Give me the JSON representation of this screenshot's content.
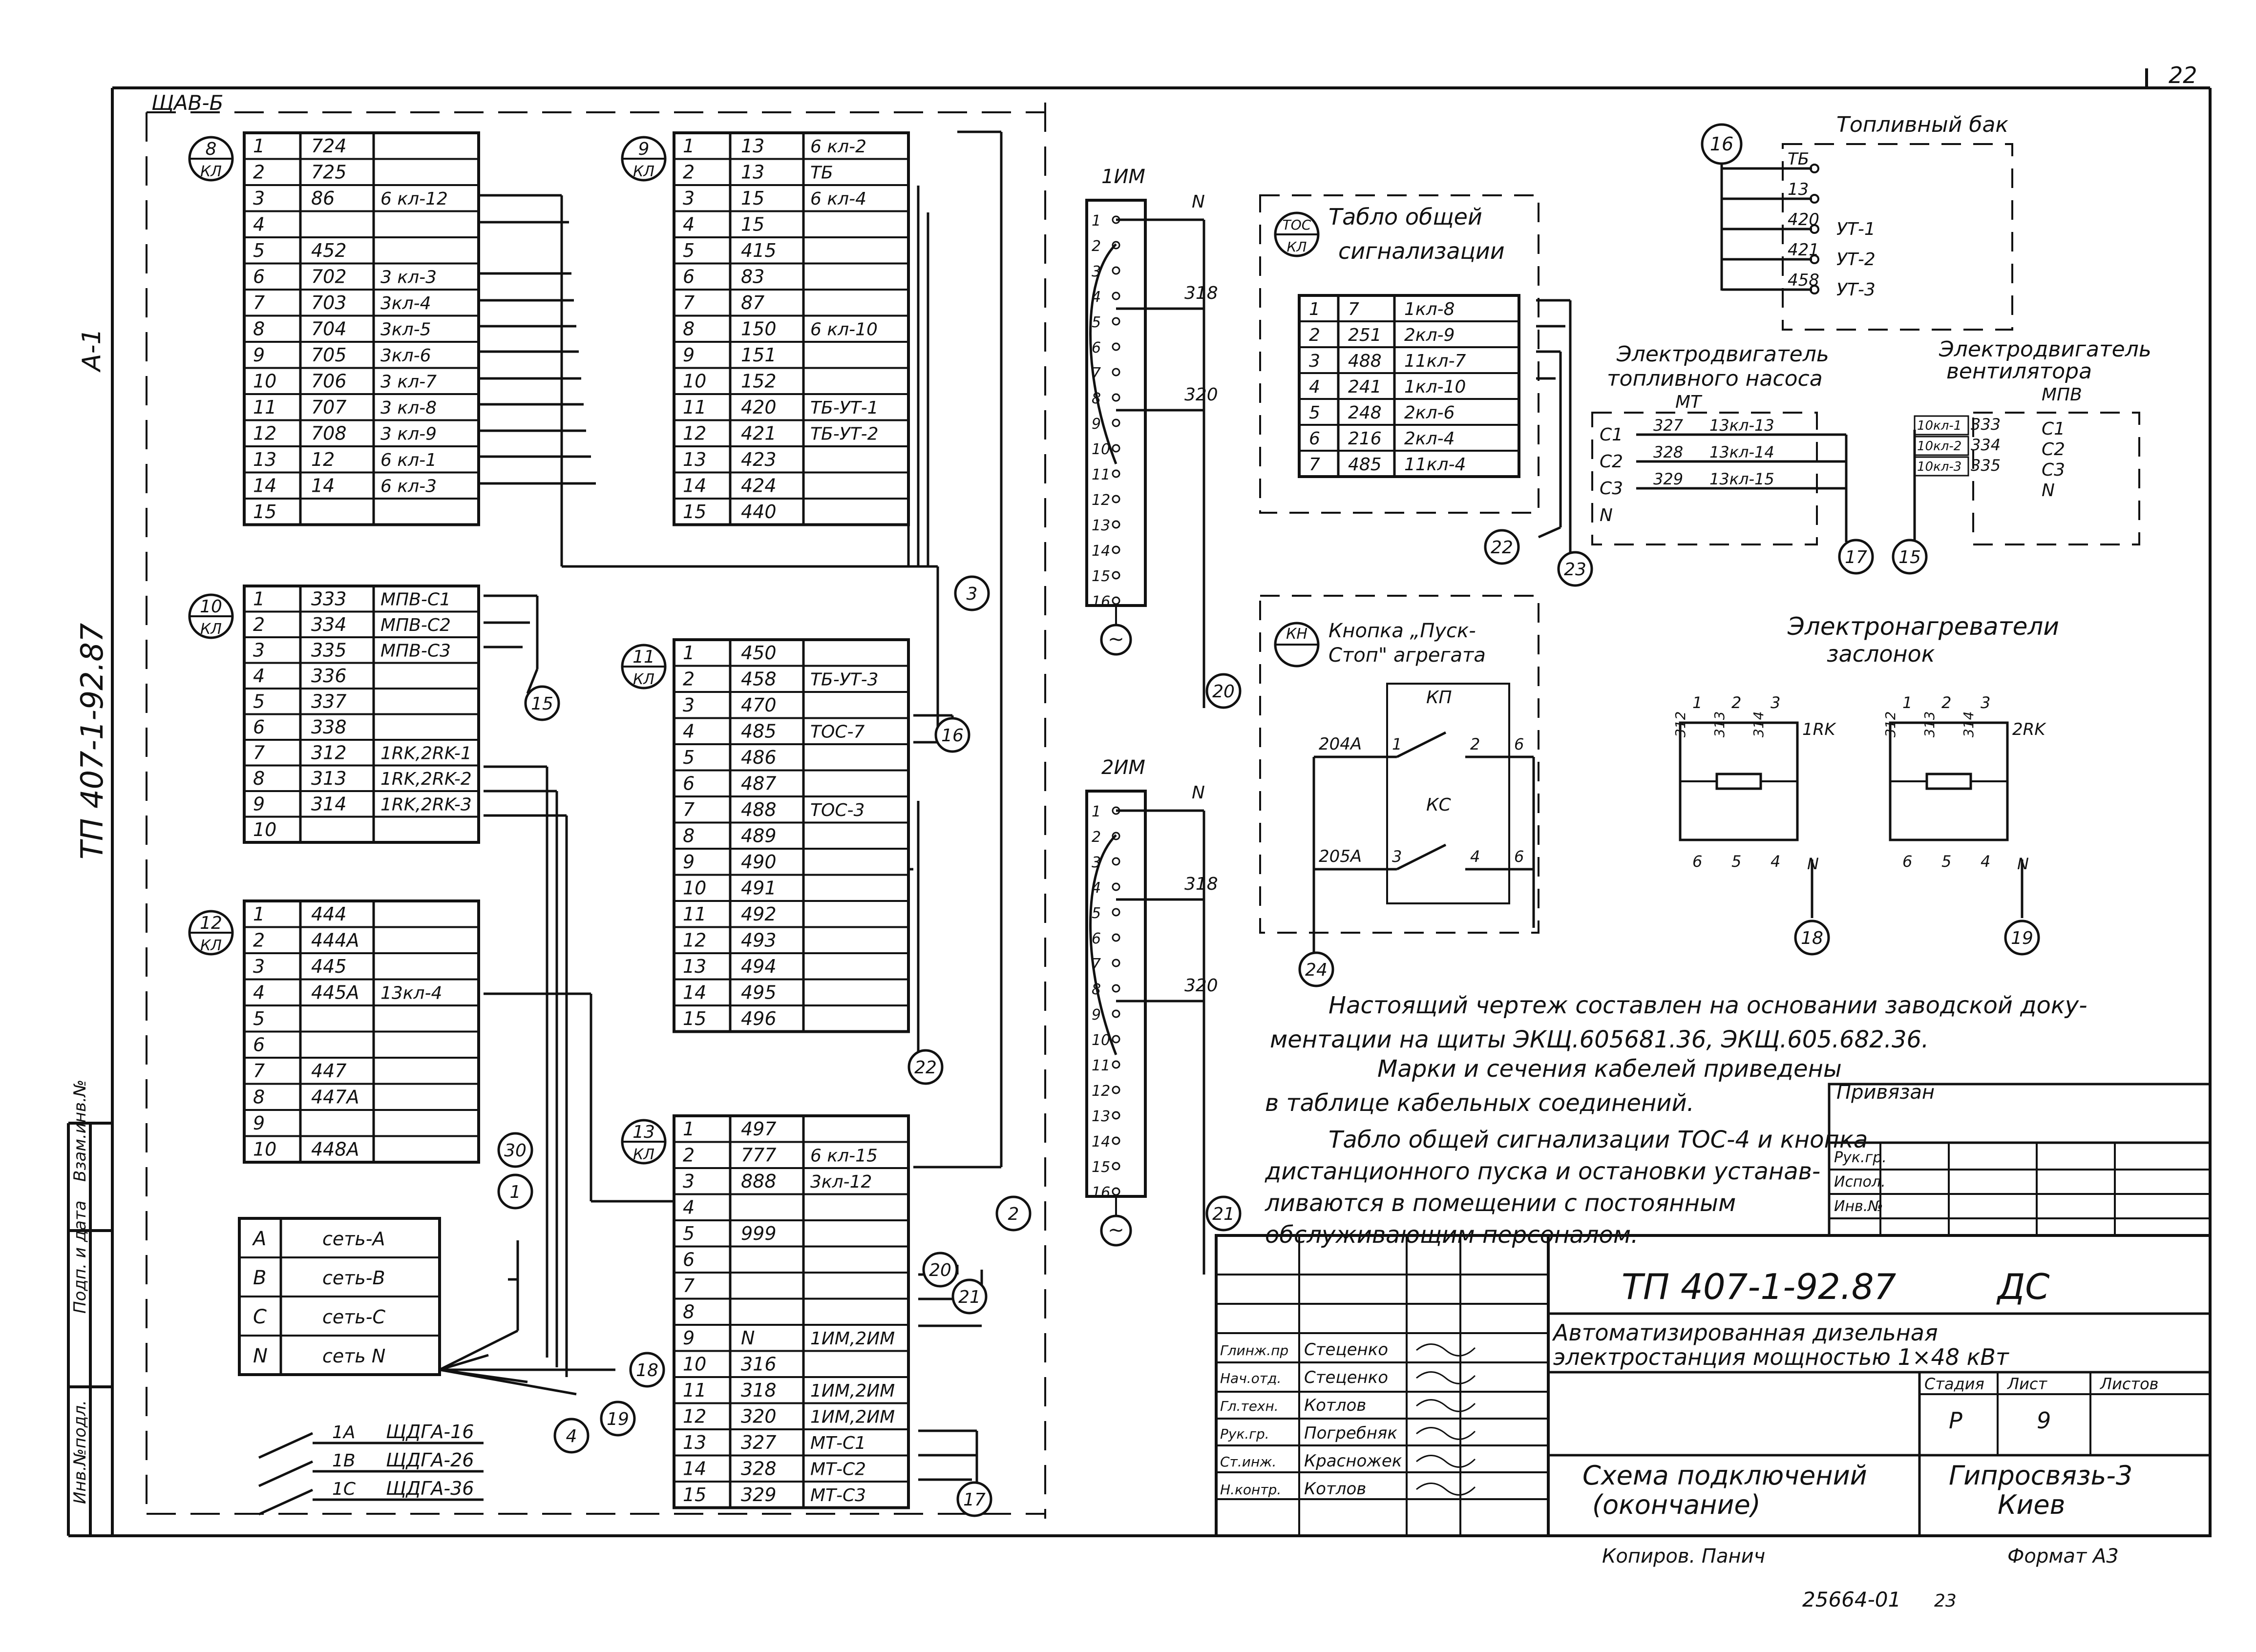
{
  "page_number": "22",
  "side_label": "А-1",
  "side_code": "ТП 407-1-92.87",
  "binding_column": [
    "Инв.№подл.",
    "Подп. и дата",
    "Взам.инв.№"
  ],
  "panel_title": "ЩАВ-Б",
  "terminal_blocks": [
    {
      "badge": "8",
      "tag": "КЛ",
      "rows": [
        [
          "1",
          "724",
          ""
        ],
        [
          "2",
          "725",
          ""
        ],
        [
          "3",
          "86",
          "6 кл-12"
        ],
        [
          "4",
          "",
          ""
        ],
        [
          "5",
          "452",
          ""
        ],
        [
          "6",
          "702",
          "3 кл-3"
        ],
        [
          "7",
          "703",
          "3кл-4"
        ],
        [
          "8",
          "704",
          "3кл-5"
        ],
        [
          "9",
          "705",
          "3кл-6"
        ],
        [
          "10",
          "706",
          "3 кл-7"
        ],
        [
          "11",
          "707",
          "3 кл-8"
        ],
        [
          "12",
          "708",
          "3 кл-9"
        ],
        [
          "13",
          "12",
          "6 кл-1"
        ],
        [
          "14",
          "14",
          "6 кл-3"
        ],
        [
          "15",
          "",
          ""
        ]
      ]
    },
    {
      "badge": "10",
      "tag": "КЛ",
      "rows": [
        [
          "1",
          "333",
          "МПВ-С1"
        ],
        [
          "2",
          "334",
          "МПВ-С2"
        ],
        [
          "3",
          "335",
          "МПВ-С3"
        ],
        [
          "4",
          "336",
          ""
        ],
        [
          "5",
          "337",
          ""
        ],
        [
          "6",
          "338",
          ""
        ],
        [
          "7",
          "312",
          "1RK,2RK-1"
        ],
        [
          "8",
          "313",
          "1RK,2RK-2"
        ],
        [
          "9",
          "314",
          "1RK,2RK-3"
        ],
        [
          "10",
          "",
          ""
        ]
      ]
    },
    {
      "badge": "12",
      "tag": "КЛ",
      "rows": [
        [
          "1",
          "444",
          ""
        ],
        [
          "2",
          "444А",
          ""
        ],
        [
          "3",
          "445",
          ""
        ],
        [
          "4",
          "445А",
          "13кл-4"
        ],
        [
          "5",
          "",
          ""
        ],
        [
          "6",
          "",
          ""
        ],
        [
          "7",
          "447",
          ""
        ],
        [
          "8",
          "447А",
          ""
        ],
        [
          "9",
          "",
          ""
        ],
        [
          "10",
          "448А",
          ""
        ]
      ]
    },
    {
      "badge": "9",
      "tag": "КЛ",
      "rows": [
        [
          "1",
          "13",
          "6 кл-2"
        ],
        [
          "2",
          "13",
          "ТБ"
        ],
        [
          "3",
          "15",
          "6 кл-4"
        ],
        [
          "4",
          "15",
          ""
        ],
        [
          "5",
          "415",
          ""
        ],
        [
          "6",
          "83",
          ""
        ],
        [
          "7",
          "87",
          ""
        ],
        [
          "8",
          "150",
          "6 кл-10"
        ],
        [
          "9",
          "151",
          ""
        ],
        [
          "10",
          "152",
          ""
        ],
        [
          "11",
          "420",
          "ТБ-УТ-1"
        ],
        [
          "12",
          "421",
          "ТБ-УТ-2"
        ],
        [
          "13",
          "423",
          ""
        ],
        [
          "14",
          "424",
          ""
        ],
        [
          "15",
          "440",
          ""
        ]
      ]
    },
    {
      "badge": "11",
      "tag": "КЛ",
      "rows": [
        [
          "1",
          "450",
          ""
        ],
        [
          "2",
          "458",
          "ТБ-УТ-3"
        ],
        [
          "3",
          "470",
          ""
        ],
        [
          "4",
          "485",
          "ТОС-7"
        ],
        [
          "5",
          "486",
          ""
        ],
        [
          "6",
          "487",
          ""
        ],
        [
          "7",
          "488",
          "ТОС-3"
        ],
        [
          "8",
          "489",
          ""
        ],
        [
          "9",
          "490",
          ""
        ],
        [
          "10",
          "491",
          ""
        ],
        [
          "11",
          "492",
          ""
        ],
        [
          "12",
          "493",
          ""
        ],
        [
          "13",
          "494",
          ""
        ],
        [
          "14",
          "495",
          ""
        ],
        [
          "15",
          "496",
          ""
        ]
      ]
    },
    {
      "badge": "13",
      "tag": "КЛ",
      "rows": [
        [
          "1",
          "497",
          ""
        ],
        [
          "2",
          "777",
          "6 кл-15"
        ],
        [
          "3",
          "888",
          "3кл-12"
        ],
        [
          "4",
          "",
          ""
        ],
        [
          "5",
          "999",
          ""
        ],
        [
          "6",
          "",
          ""
        ],
        [
          "7",
          "",
          ""
        ],
        [
          "8",
          "",
          ""
        ],
        [
          "9",
          "N",
          "1ИМ,2ИМ"
        ],
        [
          "10",
          "316",
          ""
        ],
        [
          "11",
          "318",
          "1ИМ,2ИМ"
        ],
        [
          "12",
          "320",
          "1ИМ,2ИМ"
        ],
        [
          "13",
          "327",
          "МТ-С1"
        ],
        [
          "14",
          "328",
          "МТ-С2"
        ],
        [
          "15",
          "329",
          "МТ-С3"
        ]
      ]
    }
  ],
  "net_block": {
    "rows": [
      [
        "A",
        "сеть-A"
      ],
      [
        "B",
        "сеть-B"
      ],
      [
        "C",
        "сеть-C"
      ],
      [
        "N",
        "сеть N"
      ]
    ]
  },
  "breakers": [
    [
      "1А",
      "ЩДГА-16"
    ],
    [
      "1В",
      "ЩДГА-26"
    ],
    [
      "1С",
      "ЩДГА-36"
    ]
  ],
  "markers": [
    "1",
    "2",
    "3",
    "4",
    "15",
    "16",
    "17",
    "18",
    "19",
    "20",
    "21",
    "22",
    "23",
    "24",
    "30"
  ],
  "actuators": [
    {
      "title": "1ИМ",
      "pins": [
        "1",
        "2",
        "3",
        "4",
        "5",
        "6",
        "7",
        "8",
        "9",
        "10",
        "11",
        "12",
        "13",
        "14",
        "15",
        "16"
      ],
      "wires": [
        "N",
        "318",
        "320"
      ]
    },
    {
      "title": "2ИМ",
      "pins": [
        "1",
        "2",
        "3",
        "4",
        "5",
        "6",
        "7",
        "8",
        "9",
        "10",
        "11",
        "12",
        "13",
        "14",
        "15",
        "16"
      ],
      "wires": [
        "N",
        "318",
        "320"
      ]
    }
  ],
  "toc": {
    "badge": "ТОС",
    "tag": "КЛ",
    "title_1": "Табло общей",
    "title_2": "сигнализации",
    "rows": [
      [
        "1",
        "7",
        "1кл-8"
      ],
      [
        "2",
        "251",
        "2кл-9"
      ],
      [
        "3",
        "488",
        "11кл-7"
      ],
      [
        "4",
        "241",
        "1кл-10"
      ],
      [
        "5",
        "248",
        "2кл-6"
      ],
      [
        "6",
        "216",
        "2кл-4"
      ],
      [
        "7",
        "485",
        "11кл-4"
      ]
    ]
  },
  "tank": {
    "badge": "16",
    "title": "Топливный бак",
    "terminals": [
      [
        "ТБ",
        ""
      ],
      [
        "13",
        ""
      ],
      [
        "420",
        "УТ-1"
      ],
      [
        "421",
        "УТ-2"
      ],
      [
        "458",
        "УТ-3"
      ]
    ]
  },
  "motor_pump": {
    "title_1": "Электродвигатель",
    "title_2": "топливного насоса",
    "code": "МТ",
    "rows": [
      [
        "С1",
        "327",
        "13кл-13"
      ],
      [
        "С2",
        "328",
        "13кл-14"
      ],
      [
        "С3",
        "329",
        "13кл-15"
      ],
      [
        "N",
        "",
        ""
      ]
    ]
  },
  "motor_fan": {
    "title_1": "Электродвигатель",
    "title_2": "вентилятора",
    "code": "МПВ",
    "rows": [
      [
        "10кл-1",
        "333",
        "С1"
      ],
      [
        "10кл-2",
        "334",
        "С2"
      ],
      [
        "10кл-3",
        "335",
        "С3"
      ],
      [
        "",
        "",
        "N"
      ]
    ]
  },
  "button": {
    "badge": "КН",
    "title_1": "Кнопка „Пуск-",
    "title_2": "Стоп\" агрегата",
    "kp": "КП",
    "kc": "КС",
    "w1": "204А",
    "w2": "205А",
    "pins": [
      "1",
      "2",
      "3",
      "4",
      "6",
      "6"
    ]
  },
  "heaters": {
    "title_1": "Электронагреватели",
    "title_2": "заслонок",
    "h1": {
      "pins": [
        "1",
        "2",
        "3"
      ],
      "wires": [
        "312",
        "313",
        "314"
      ],
      "bottom": [
        "6",
        "5",
        "4"
      ],
      "rk": "1RK",
      "n": "N"
    },
    "h2": {
      "pins": [
        "1",
        "2",
        "3"
      ],
      "wires": [
        "312",
        "313",
        "314"
      ],
      "bottom": [
        "6",
        "5",
        "4"
      ],
      "rk": "2RK",
      "n": "N"
    }
  },
  "notes": [
    "Настоящий чертеж составлен на основании заводской доку-",
    "ментации на щиты ЭКЩ.605681.36, ЭКЩ.605.682.36.",
    "Марки и сечения кабелей приведены",
    "в таблице кабельных соединений.",
    "Табло общей сигнализации ТОС-4 и кнопка",
    "дистанционного пуска и остановки устанав-",
    "ливаются в помещении с постоянным",
    "обслуживающим персоналом."
  ],
  "privyazan": {
    "title": "Привязан",
    "rows": [
      "Рук.гр.",
      "Испол.",
      "Инв.№"
    ]
  },
  "stamp": {
    "code": "ТП 407-1-92.87",
    "mark": "ДС",
    "description_1": "Автоматизированная дизельная",
    "description_2": "электростанция мощностью 1×48 кВт",
    "stage_h": "Стадия",
    "sheet_h": "Лист",
    "sheets_h": "Листов",
    "stage": "Р",
    "sheet": "9",
    "sheets": "",
    "drawing_1": "Схема подключений",
    "drawing_2": "(окончание)",
    "org_1": "Гипросвязь-3",
    "org_2": "Киев",
    "people": [
      [
        "Глинж.пр",
        "Стеценко"
      ],
      [
        "Нач.отд.",
        "Стеценко"
      ],
      [
        "Гл.техн.",
        "Котлов"
      ],
      [
        "Рук.гр.",
        "Погребняк"
      ],
      [
        "Ст.инж.",
        "Красножек"
      ],
      [
        "Н.контр.",
        "Котлов"
      ]
    ]
  },
  "copied": "Копиров. Панич",
  "format": "Формат А3",
  "inventory": "25664-01",
  "inventory_page": "23"
}
